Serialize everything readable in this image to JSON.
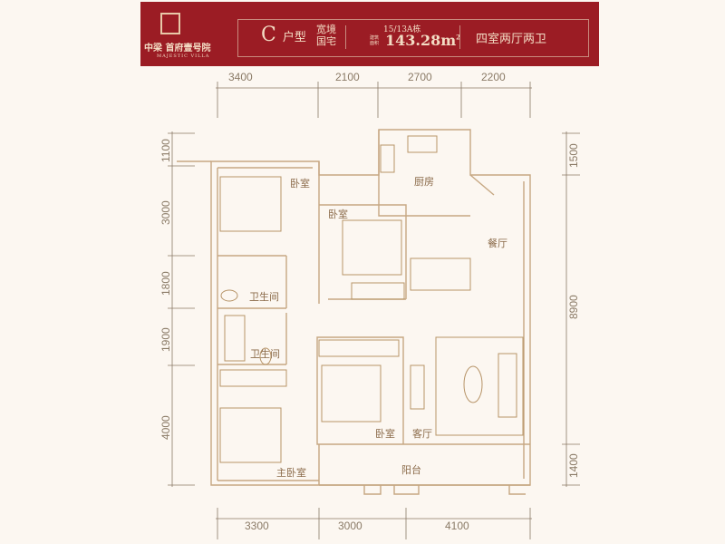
{
  "header": {
    "logo_text": "中梁 首府壹号院",
    "logo_sub": "MAJESTIC VILLA",
    "unit_letter": "C",
    "unit_suffix": "户型",
    "tagline": "宽境国宅",
    "building": "15/13A栋",
    "area_label": "建筑面积",
    "area_value": "143.28m",
    "area_unit_sup": "2",
    "layout": "四室两厅两卫",
    "brand_color": "#9b1c24"
  },
  "rooms": {
    "bedroom_nw": "卧室",
    "bedroom_mid": "卧室",
    "kitchen": "厨房",
    "dining": "餐厅",
    "bath_1": "卫生间",
    "bath_2": "卫生间",
    "bedroom_s": "卧室",
    "living": "客厅",
    "master": "主卧室",
    "balcony": "阳台"
  },
  "dimensions": {
    "top": [
      "3400",
      "2100",
      "2700",
      "2200"
    ],
    "left": [
      "1100",
      "3000",
      "1800",
      "1900",
      "4000"
    ],
    "right": [
      "1500",
      "8900",
      "1400"
    ],
    "bottom": [
      "3300",
      "3000",
      "4100"
    ]
  }
}
